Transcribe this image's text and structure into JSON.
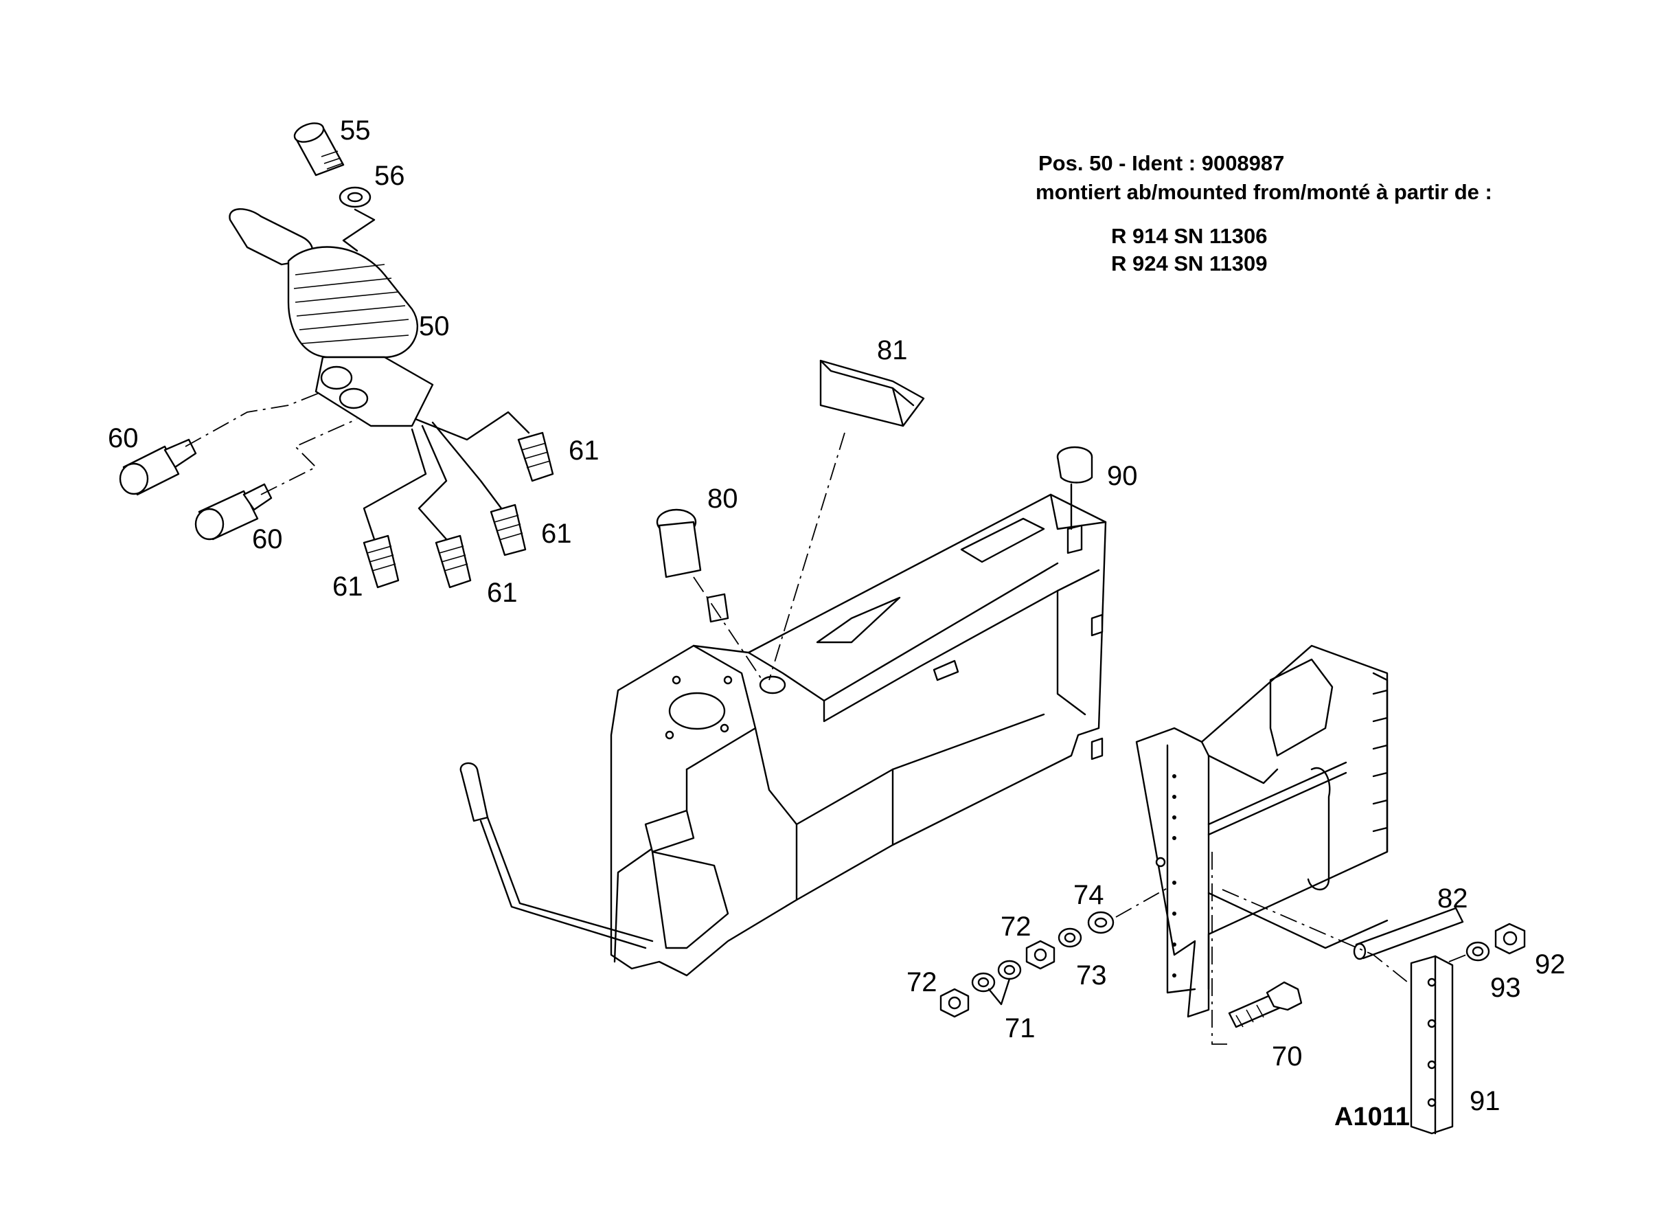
{
  "note": {
    "line1": "Pos. 50  -  Ident : 9008987",
    "line2": "montiert ab/mounted from/monté à partir de :",
    "serial1": "R 914 SN 11306",
    "serial2": "R 924 SN 11309"
  },
  "drawing_id": "A1011",
  "callouts": {
    "c55": "55",
    "c56": "56",
    "c50": "50",
    "c60a": "60",
    "c60b": "60",
    "c61a": "61",
    "c61b": "61",
    "c61c": "61",
    "c61d": "61",
    "c81": "81",
    "c80": "80",
    "c90": "90",
    "c74": "74",
    "c72a": "72",
    "c72b": "72",
    "c73": "73",
    "c71": "71",
    "c70": "70",
    "c82": "82",
    "c93": "93",
    "c92": "92",
    "c91": "91"
  }
}
